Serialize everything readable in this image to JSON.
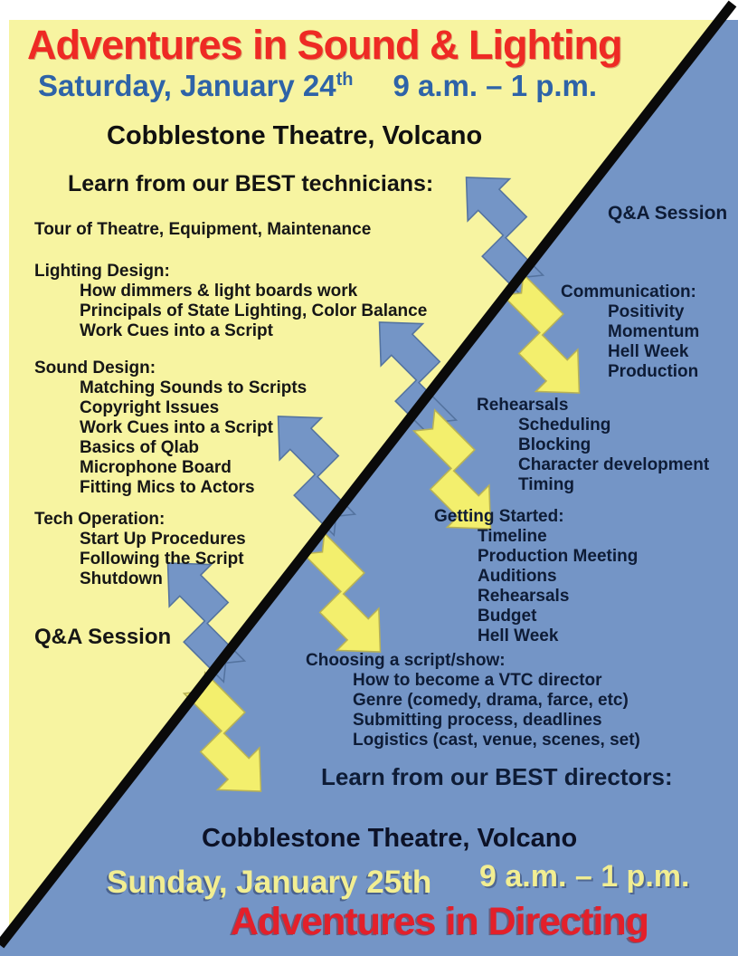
{
  "event1": {
    "title": "Adventures in Sound & Lighting",
    "date": "Saturday, January 24",
    "date_suffix": "th",
    "time": "9 a.m. – 1 p.m.",
    "venue": "Cobblestone Theatre, Volcano",
    "tagline": "Learn from our BEST technicians:"
  },
  "left_sections": [
    {
      "heading": "Tour of Theatre, Equipment, Maintenance",
      "items": []
    },
    {
      "heading": "Lighting Design:",
      "items": [
        "How dimmers & light boards work",
        "Principals of State Lighting, Color Balance",
        "Work Cues into a Script"
      ]
    },
    {
      "heading": "Sound Design:",
      "items": [
        "Matching Sounds to Scripts",
        "Copyright Issues",
        "Work Cues into a Script",
        "Basics of  Qlab",
        "Microphone Board",
        "Fitting Mics to Actors"
      ]
    },
    {
      "heading": "Tech Operation:",
      "items": [
        "Start Up Procedures",
        "Following the Script",
        "Shutdown"
      ]
    },
    {
      "heading": "Q&A Session",
      "items": []
    }
  ],
  "right_sections": [
    {
      "heading": "Q&A Session",
      "items": []
    },
    {
      "heading": "Communication:",
      "items": [
        "Positivity",
        "Momentum",
        "Hell Week",
        "Production"
      ]
    },
    {
      "heading": "Rehearsals",
      "items": [
        "Scheduling",
        "Blocking",
        "Character development",
        "Timing"
      ]
    },
    {
      "heading": "Getting Started:",
      "items": [
        "Timeline",
        "Production Meeting",
        "Auditions",
        "Rehearsals",
        "Budget",
        "Hell Week"
      ]
    },
    {
      "heading": "Choosing a script/show:",
      "items": [
        "How to become a VTC director",
        "Genre (comedy, drama, farce, etc)",
        "Submitting process, deadlines",
        "Logistics (cast, venue, scenes, set)"
      ]
    }
  ],
  "event2": {
    "tagline": "Learn from our BEST directors:",
    "venue": "Cobblestone Theatre, Volcano",
    "date": "Sunday, January 25th",
    "time": "9 a.m. – 1 p.m.",
    "title": "Adventures in Directing"
  },
  "decor": {
    "blue_arrow_direction": "up-left",
    "yellow_arrow_direction": "down-right",
    "colors": {
      "background_yellow": "#f7f4a1",
      "background_blue": "#7495c6",
      "arrow_yellow": "#f3ef6d",
      "arrow_blue": "#7495c6",
      "title_red": "#ee2a24",
      "bottom_red": "#e3202a",
      "date_blue": "#2e63a8",
      "date_yellow": "#f2ee92",
      "divider_black": "#0a0a0a"
    }
  }
}
